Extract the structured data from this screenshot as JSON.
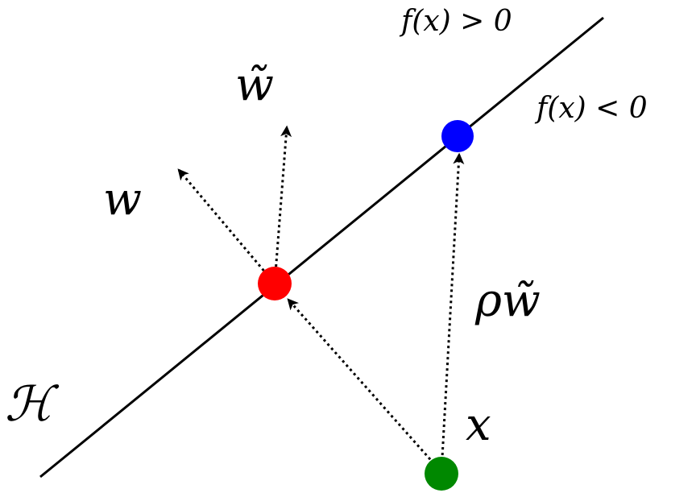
{
  "labels": {
    "region_positive": "f(x) > 0",
    "region_negative": "f(x) < 0",
    "w": "w",
    "w_tilde": "w̃",
    "rho_w_tilde": "ρw̃",
    "x": "x",
    "hyperplane": "ℋ"
  },
  "colors": {
    "line": "#000000",
    "projection_point": "#ff0000",
    "target_point": "#0000ff",
    "source_point": "#008800",
    "arrow": "#000000"
  },
  "elements": {
    "hyperplane": "solid line",
    "arrows": "dotted with arrowheads"
  }
}
